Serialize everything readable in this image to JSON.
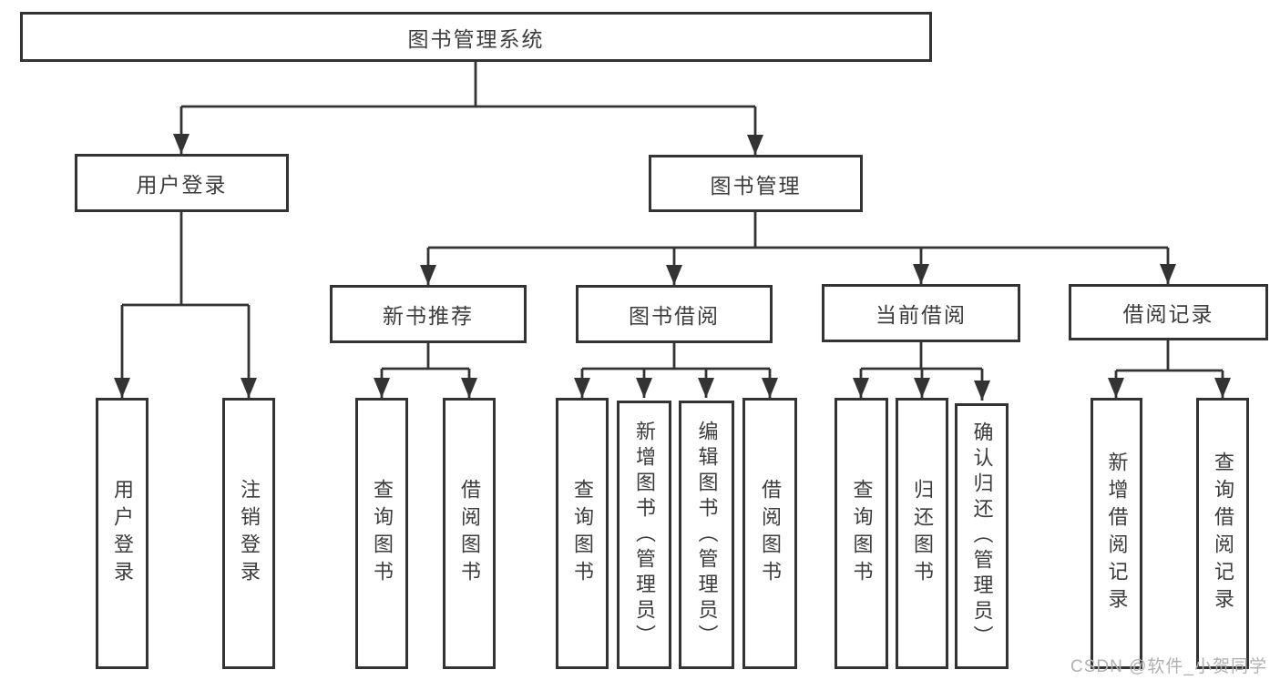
{
  "diagram": {
    "root": {
      "label": "图书管理系统"
    },
    "branches": [
      {
        "label": "用户登录",
        "children": [
          {
            "label": "用户登录"
          },
          {
            "label": "注销登录"
          }
        ]
      },
      {
        "label": "图书管理",
        "children": [
          {
            "label": "新书推荐",
            "children": [
              {
                "label": "查询图书"
              },
              {
                "label": "借阅图书"
              }
            ]
          },
          {
            "label": "图书借阅",
            "children": [
              {
                "label": "查询图书"
              },
              {
                "label": "新增图书（管理员）"
              },
              {
                "label": "编辑图书（管理员）"
              },
              {
                "label": "借阅图书"
              }
            ]
          },
          {
            "label": "当前借阅",
            "children": [
              {
                "label": "查询图书"
              },
              {
                "label": "归还图书"
              },
              {
                "label": "确认归还（管理员）"
              }
            ]
          },
          {
            "label": "借阅记录",
            "children": [
              {
                "label": "新增借阅记录"
              },
              {
                "label": "查询借阅记录"
              }
            ]
          }
        ]
      }
    ]
  },
  "watermark": {
    "text": "CSDN @软件_小贺同学"
  },
  "colors": {
    "line": "#333333",
    "box_border": "#333333",
    "text": "#3c3c3c",
    "watermark": "#b0b0b0",
    "background": "#ffffff"
  }
}
